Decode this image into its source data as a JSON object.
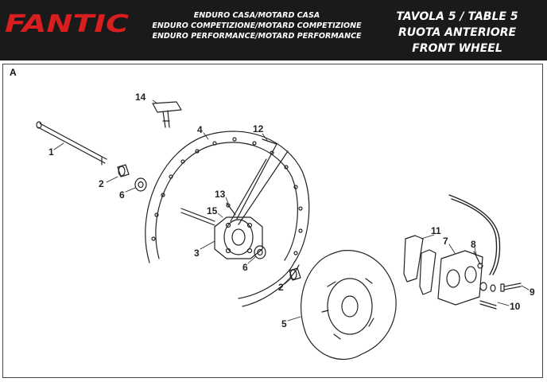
{
  "header": {
    "brand": "FANTIC",
    "models": [
      "ENDURO CASA/MOTARD CASA",
      "ENDURO COMPETIZIONE/MOTARD COMPETIZIONE",
      "ENDURO PERFORMANCE/MOTARD PERFORMANCE"
    ],
    "table_line": "TAVOLA 5  /  TABLE 5",
    "title_it": "RUOTA ANTERIORE",
    "title_en": "FRONT WHEEL",
    "colors": {
      "background": "#1a1a1a",
      "logo": "#d81e1e",
      "text": "#ffffff"
    }
  },
  "diagram": {
    "section": "A",
    "callouts": [
      "1",
      "2",
      "2",
      "3",
      "4",
      "5",
      "6",
      "6",
      "7",
      "8",
      "9",
      "10",
      "11",
      "12",
      "13",
      "14",
      "15"
    ]
  }
}
